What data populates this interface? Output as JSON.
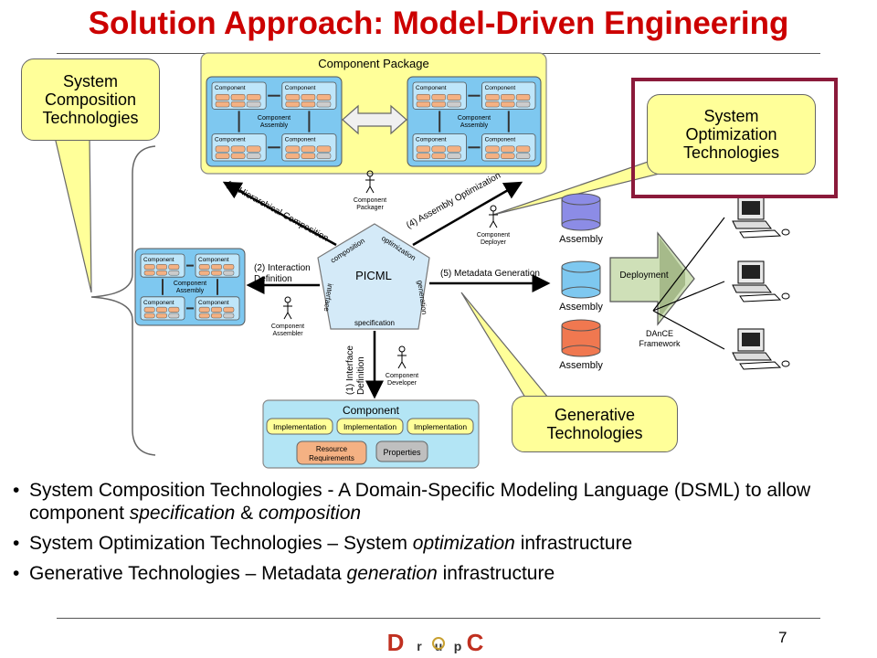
{
  "title": "Solution Approach: Model-Driven Engineering",
  "callouts": {
    "composition": "System\nComposition\nTechnologies",
    "optimization": "System\nOptimization\nTechnologies",
    "generative": "Generative\nTechnologies"
  },
  "diagram": {
    "package_title": "Component Package",
    "component": "Component",
    "component_assembly": "Component\nAssembly",
    "picml": "PICML",
    "pentagon_labels": {
      "composition": "composition",
      "optimization": "optimization",
      "generation": "generation",
      "specification": "specification",
      "interface": "interface"
    },
    "arrows": {
      "hierarchical": "(3) Hierarchical Composition",
      "assembly_opt": "(4) Assembly Optimization",
      "interaction": "(2) Interaction\nDefinition",
      "metadata": "(5) Metadata Generation",
      "interface_def": "(1) Interface\nDefinition"
    },
    "actors": {
      "packager": "Component\nPackager",
      "deployer": "Component\nDeployer",
      "assembler": "Component\nAssembler",
      "developer": "Component\nDeveloper"
    },
    "assembly_label": "Assembly",
    "deployment": "Deployment",
    "dance": "DAnCE\nFramework",
    "component_box": {
      "title": "Component",
      "implementations": [
        "Implementation",
        "Implementation",
        "Implementation"
      ],
      "resource": "Resource\nRequirements",
      "properties": "Properties"
    }
  },
  "bullets": [
    {
      "a": "System Composition Technologies - A Domain-Specific Modeling Language (DSML) to allow component ",
      "b": "specification",
      "c": " & ",
      "d": "composition"
    },
    {
      "a": "System Optimization Technologies – System ",
      "b": "optimization",
      "c": " infrastructure"
    },
    {
      "a": "Generative Technologies – Metadata ",
      "b": "generation",
      "c": " infrastructure"
    }
  ],
  "page_number": "7",
  "logo_letters": [
    "D",
    "r",
    "u",
    "p",
    "C"
  ],
  "colors": {
    "title": "#cc0000",
    "callout_fill": "#ffff99",
    "package_fill": "#ffff99",
    "assembly_blue": "#7ec8f0",
    "component_box": "#b3e5f5",
    "highlight_frame": "#8b1a3a"
  }
}
